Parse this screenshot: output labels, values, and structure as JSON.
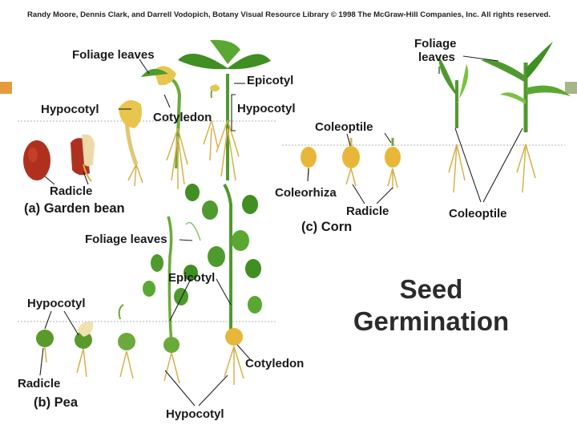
{
  "credit": "Randy Moore, Dennis Clark, and Darrell Vodopich, Botany Visual Resource Library © 1998 The McGraw-Hill Companies, Inc. All rights reserved.",
  "title": {
    "line1": "Seed",
    "line2": "Germination"
  },
  "bean": {
    "foliage_leaves": "Foliage leaves",
    "epicotyl": "Epicotyl",
    "hypocotyl_left": "Hypocotyl",
    "hypocotyl_right": "Hypocotyl",
    "cotyledon": "Cotyledon",
    "radicle": "Radicle",
    "caption": "(a) Garden bean"
  },
  "corn": {
    "foliage_leaves_1": "Foliage",
    "foliage_leaves_2": "leaves",
    "coleoptile_top": "Coleoptile",
    "coleorhiza": "Coleorhiza",
    "radicle": "Radicle",
    "coleoptile_bottom": "Coleoptile",
    "caption": "(c) Corn"
  },
  "pea": {
    "foliage_leaves": "Foliage leaves",
    "epicotyl": "Epicotyl",
    "hypocotyl_left": "Hypocotyl",
    "radicle": "Radicle",
    "cotyledon": "Cotyledon",
    "hypocotyl_bottom": "Hypocotyl",
    "caption": "(b) Pea"
  },
  "colors": {
    "marker_left": "#e59a3c",
    "marker_right": "#a8b48a",
    "soil_line": "#9a9a9a",
    "stem_green": "#4f9a2e",
    "leaf_green": "#3f8f22",
    "leaf_light": "#7cc144",
    "root": "#d9b04a",
    "bean_seed": "#b0301e",
    "corn_seed": "#e8b73a",
    "pea_seed": "#5a9a2a"
  }
}
